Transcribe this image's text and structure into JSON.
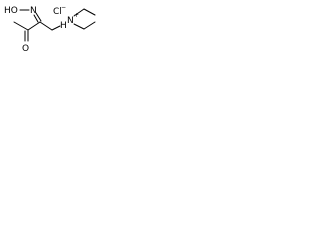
{
  "molecule": {
    "atoms": {
      "hydroxyl_label": "HO",
      "oxime_nitrogen_label": "N",
      "ketone_oxygen_label": "O",
      "amine_nitrogen_label": "N",
      "amine_hydrogen_label": "H",
      "amine_charge": "+",
      "chloride_label": "Cl",
      "chloride_charge": "−"
    },
    "colors": {
      "bond": "#000000",
      "text": "#000000",
      "background": "#ffffff"
    }
  }
}
